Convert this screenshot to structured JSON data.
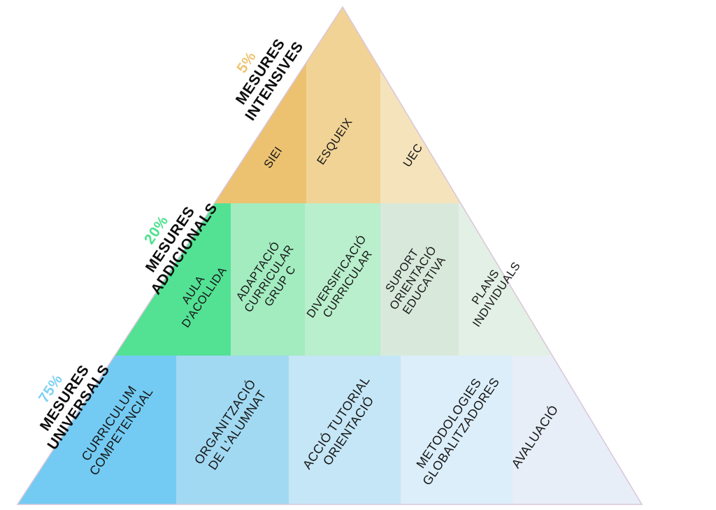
{
  "diagram": {
    "type": "pyramid",
    "outline_color": "#d9c6d9",
    "tiers": [
      {
        "name": "mesures-intensives",
        "percent": "5%",
        "percent_color": "#eec473",
        "label_lines": [
          "MESURES",
          "INTENSIVES"
        ],
        "cells": [
          {
            "lines": [
              "SIEI"
            ],
            "color": "#ecc271"
          },
          {
            "lines": [
              "ESQUEIX"
            ],
            "color": "#f1d396"
          },
          {
            "lines": [
              "UEC"
            ],
            "color": "#f5e3bc"
          }
        ]
      },
      {
        "name": "mesures-addicionals",
        "percent": "20%",
        "percent_color": "#4be18e",
        "label_lines": [
          "MESURES",
          "ADDICIONALS"
        ],
        "cells": [
          {
            "lines": [
              "AULA",
              "D'ACOLLIDA"
            ],
            "color": "#53e194"
          },
          {
            "lines": [
              "ADAPTACIÓ",
              "CURRICULAR",
              "GRUP C"
            ],
            "color": "#a2ecc0"
          },
          {
            "lines": [
              "DIVERSIFICACIÓ",
              "CURRICULAR"
            ],
            "color": "#b9efcc"
          },
          {
            "lines": [
              "SUPORT",
              "ORIENTACIÓ",
              "EDUCATIVA"
            ],
            "color": "#d8e9db"
          },
          {
            "lines": [
              "PLANS",
              "INDIVIDUALS"
            ],
            "color": "#e3f0e5"
          }
        ]
      },
      {
        "name": "mesures-universals",
        "percent": "75%",
        "percent_color": "#7dd1f5",
        "label_lines": [
          "MESURES",
          "UNIVERSALS"
        ],
        "cells": [
          {
            "lines": [
              "CURRICULUM",
              "COMPETENCIAL"
            ],
            "color": "#73cbf3"
          },
          {
            "lines": [
              "ORGANITZACIÓ",
              "DE L'ALUMNAT"
            ],
            "color": "#a2d9f2"
          },
          {
            "lines": [
              "ACCIÓ TUTORIAL",
              "ORIENTACIÓ"
            ],
            "color": "#c5e6f6"
          },
          {
            "lines": [
              "METODOLOGIES",
              "GLOBALITZADORES"
            ],
            "color": "#dceefa"
          },
          {
            "lines": [
              "AVALUACIÓ"
            ],
            "color": "#e7eef7"
          }
        ]
      }
    ]
  }
}
